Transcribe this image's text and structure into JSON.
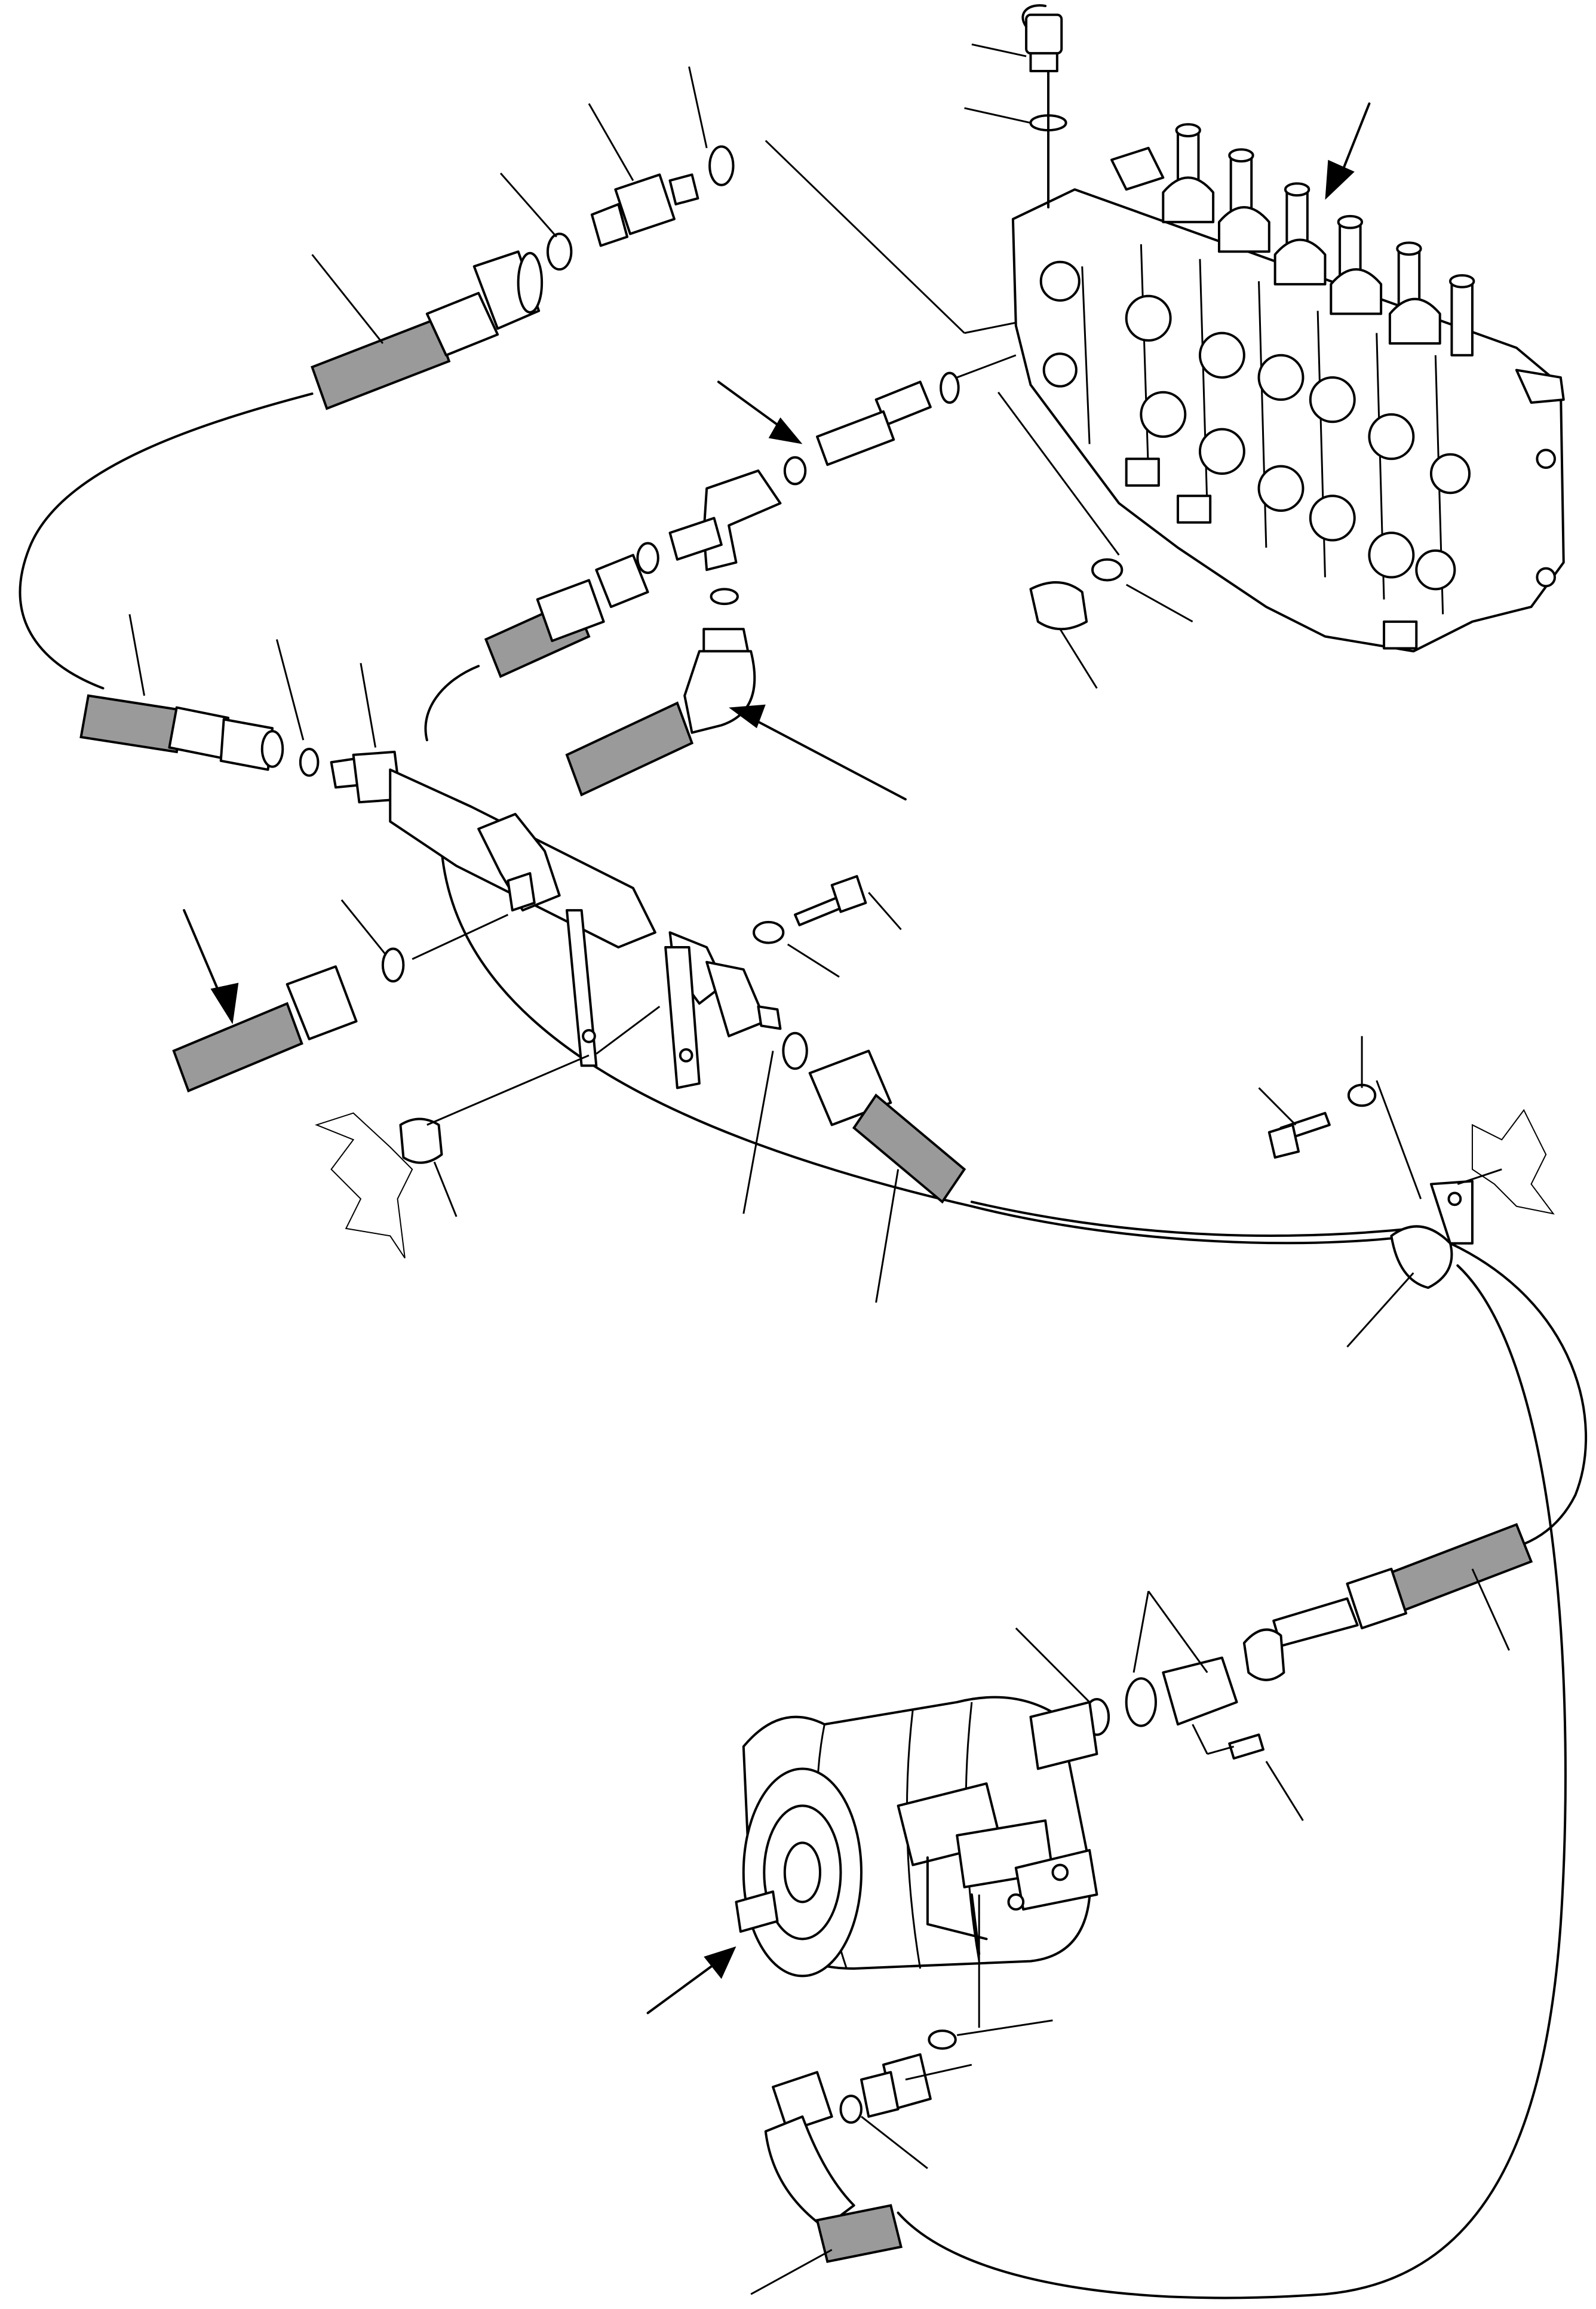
{
  "figure": {
    "title": "",
    "labels": []
  },
  "parts": {
    "control_valve": "control-valve",
    "hydraulic_pump": "hydraulic-pump",
    "tee_manifold": "tee-manifold",
    "callout_arrows": 6
  }
}
